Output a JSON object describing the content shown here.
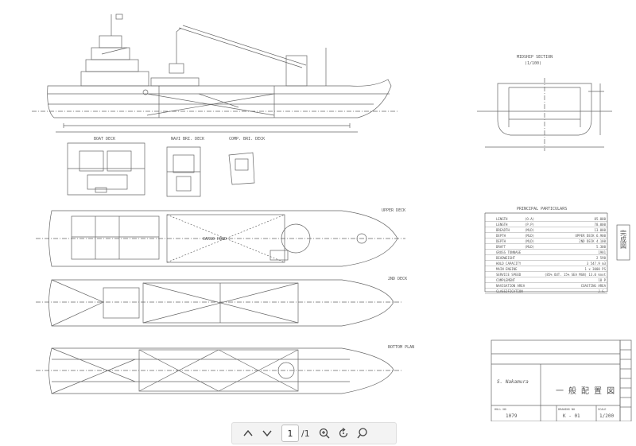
{
  "drawing": {
    "views": {
      "boat_deck": "BOAT DECK",
      "navi_deck": "NAVI BRI. DECK",
      "comp_deck": "COMP. BRI. DECK",
      "upper_deck": "UPPER DECK",
      "second_deck": "2ND DECK",
      "bottom_plan": "BOTTOM PLAN",
      "midship_title": "MIDSHIP SECTION",
      "midship_scale": "(1/100)",
      "hold_label": "CARGO HOLD"
    },
    "particulars": {
      "title": "PRINCIPAL PARTICULARS",
      "rows": [
        {
          "label": "LENGTH",
          "sub": "(O.A)",
          "value": "85.000"
        },
        {
          "label": "LENGTH",
          "sub": "(P.P)",
          "value": "78.000"
        },
        {
          "label": "BREADTH",
          "sub": "(MLD)",
          "value": "13.000"
        },
        {
          "label": "DEPTH",
          "sub": "(MLD)",
          "value": "UPPER DECK  6.900"
        },
        {
          "label": "DEPTH",
          "sub": "(MLD)",
          "value": "2ND DECK  4.100"
        },
        {
          "label": "DRAFT",
          "sub": "(MLD)",
          "value": "5.300"
        },
        {
          "label": "GROSS TONNAGE",
          "sub": "",
          "value": "1981"
        },
        {
          "label": "DEADWEIGHT",
          "sub": "",
          "value": "2 590"
        },
        {
          "label": "HOLD CAPACITY",
          "sub": "",
          "value": "3 547.9 m3"
        },
        {
          "label": "MAIN ENGINE",
          "sub": "",
          "value": "1 x 3000 PS"
        },
        {
          "label": "SERVICE SPEED",
          "sub": "",
          "value": "(85% OUT. 15% SEA MGN)  13.0 knot"
        },
        {
          "label": "COMPLEMENT",
          "sub": "",
          "value": "18 P"
        },
        {
          "label": "NAVIGATION AREA",
          "sub": "",
          "value": "COASTING AREA"
        },
        {
          "label": "CLASSIFICATION",
          "sub": "",
          "value": "J.G."
        }
      ]
    },
    "title_block": {
      "drawing_title": "一 般 配 置 図",
      "signature": "S. Nakamura",
      "hull_no_label": "HULL NO",
      "hull_no": "1079",
      "drawing_no_label": "DRAWING NO",
      "drawing_no": "K - 01",
      "scale_label": "SCALE",
      "scale": "1/200"
    },
    "stamp": "完成図"
  },
  "viewer": {
    "page_current": "1",
    "page_total": "/1"
  }
}
